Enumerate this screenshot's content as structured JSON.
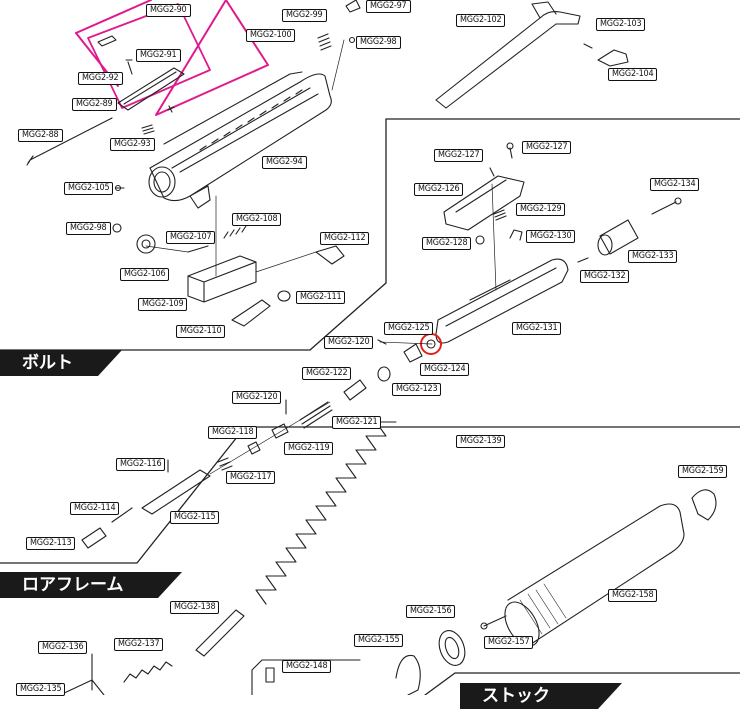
{
  "sections": {
    "bolt": "ボルト",
    "lower_frame": "ロアフレーム",
    "stock": "ストック"
  },
  "labels": {
    "l90": "MGG2-90",
    "l91": "MGG2-91",
    "l92": "MGG2-92",
    "l89": "MGG2-89",
    "l88": "MGG2-88",
    "l93": "MGG2-93",
    "l99": "MGG2-99",
    "l100": "MGG2-100",
    "l97": "MGG2-97",
    "l98a": "MGG2-98",
    "l102": "MGG2-102",
    "l103": "MGG2-103",
    "l104": "MGG2-104",
    "l94": "MGG2-94",
    "l105": "MGG2-105",
    "l98b": "MGG2-98",
    "l107": "MGG2-107",
    "l108": "MGG2-108",
    "l112": "MGG2-112",
    "l106": "MGG2-106",
    "l109": "MGG2-109",
    "l111": "MGG2-111",
    "l110": "MGG2-110",
    "l127a": "MGG2-127",
    "l127b": "MGG2-127",
    "l126": "MGG2-126",
    "l129": "MGG2-129",
    "l134": "MGG2-134",
    "l128": "MGG2-128",
    "l130": "MGG2-130",
    "l133": "MGG2-133",
    "l132": "MGG2-132",
    "l125": "MGG2-125",
    "l131": "MGG2-131",
    "l120a": "MGG2-120",
    "l124": "MGG2-124",
    "l122": "MGG2-122",
    "l123": "MGG2-123",
    "l120b": "MGG2-120",
    "l121": "MGG2-121",
    "l118": "MGG2-118",
    "l119": "MGG2-119",
    "l116": "MGG2-116",
    "l117": "MGG2-117",
    "l114": "MGG2-114",
    "l115": "MGG2-115",
    "l113": "MGG2-113",
    "l139": "MGG2-139",
    "l159": "MGG2-159",
    "l158": "MGG2-158",
    "l138": "MGG2-138",
    "l156": "MGG2-156",
    "l157": "MGG2-157",
    "l136": "MGG2-136",
    "l137": "MGG2-137",
    "l155": "MGG2-155",
    "l148": "MGG2-148",
    "l135": "MGG2-135"
  },
  "colors": {
    "highlight_box": "#e0198c",
    "highlight_circle": "#e2211c",
    "section_bg": "#1a1a1a"
  }
}
